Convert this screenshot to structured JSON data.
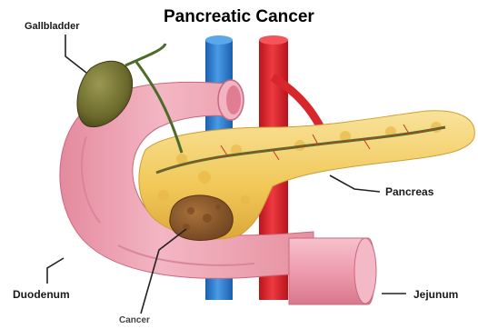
{
  "title": "Pancreatic Cancer",
  "labels": {
    "gallbladder": "Gallbladder",
    "pancreas": "Pancreas",
    "duodenum": "Duodenum",
    "jejunum": "Jejunum",
    "cancer": "Cancer"
  },
  "colors": {
    "duodenum": "#ef9fb0",
    "pancreas": "#f3cf6a",
    "gallbladder": "#6d6b2c",
    "artery": "#e0202a",
    "vein": "#2a7bd0",
    "tumor": "#8b5a2b",
    "duct": "#2f7f2f"
  }
}
